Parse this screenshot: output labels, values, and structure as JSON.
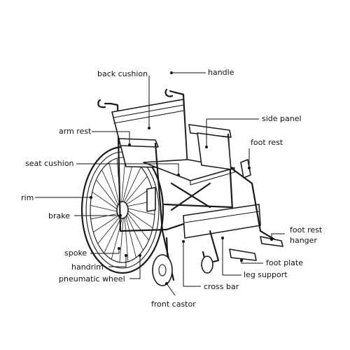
{
  "labels": {
    "back_cushion": "back cushion",
    "handle": "handle",
    "side_panel": "side panel",
    "arm_rest": "arm rest",
    "foot_rest": "foot rest",
    "seat_cushion": "seat cushion",
    "rim": "rim",
    "brake": "brake",
    "foot_rest_hanger_line1": "foot rest",
    "foot_rest_hanger_line2": "hanger",
    "spoke": "spoke",
    "handrim": "handrim",
    "foot_plate": "foot plate",
    "pneumatic_wheel": "pneumatic wheel",
    "leg_support": "leg support",
    "cross_bar": "cross bar",
    "front_castor": "front castor"
  }
}
